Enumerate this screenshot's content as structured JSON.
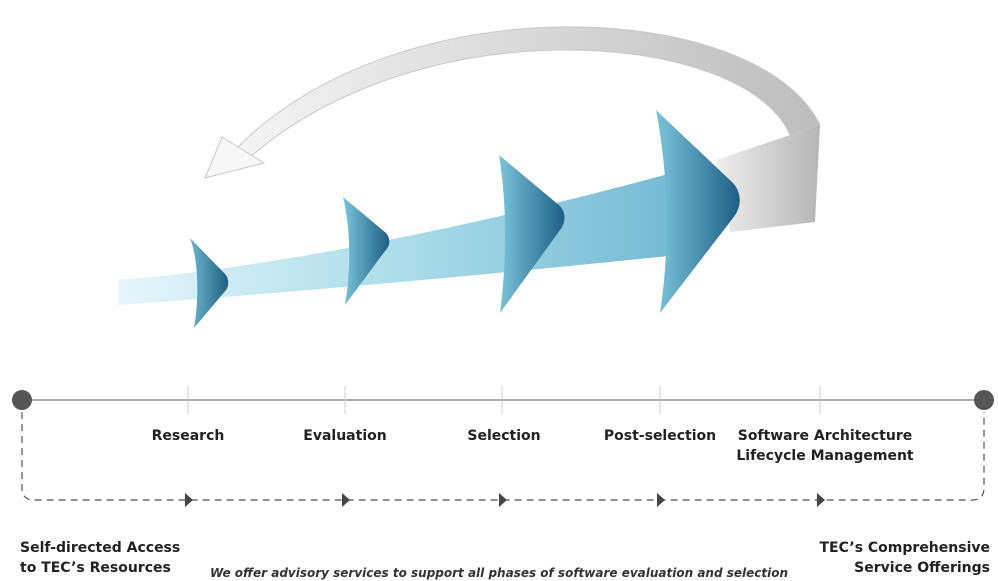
{
  "stages": [
    {
      "line1": "Research",
      "line2": ""
    },
    {
      "line1": "Evaluation",
      "line2": ""
    },
    {
      "line1": "Selection",
      "line2": ""
    },
    {
      "line1": "Post-selection",
      "line2": ""
    },
    {
      "line1": "Software Architecture",
      "line2": "Lifecycle Management"
    }
  ],
  "left_end": {
    "line1": "Self-directed Access",
    "line2": "to TEC’s Resources"
  },
  "right_end": {
    "line1": "TEC’s Comprehensive",
    "line2": "Service Offerings"
  },
  "footer_note": "We offer advisory services to support all phases of software evaluation and selection",
  "colors": {
    "arrow_dark": "#1d5f84",
    "arrow_light": "#a9dbe9",
    "return_arrow": "#cccccc",
    "timeline": "#555555",
    "endpoint": "#555555",
    "text": "#222222"
  }
}
